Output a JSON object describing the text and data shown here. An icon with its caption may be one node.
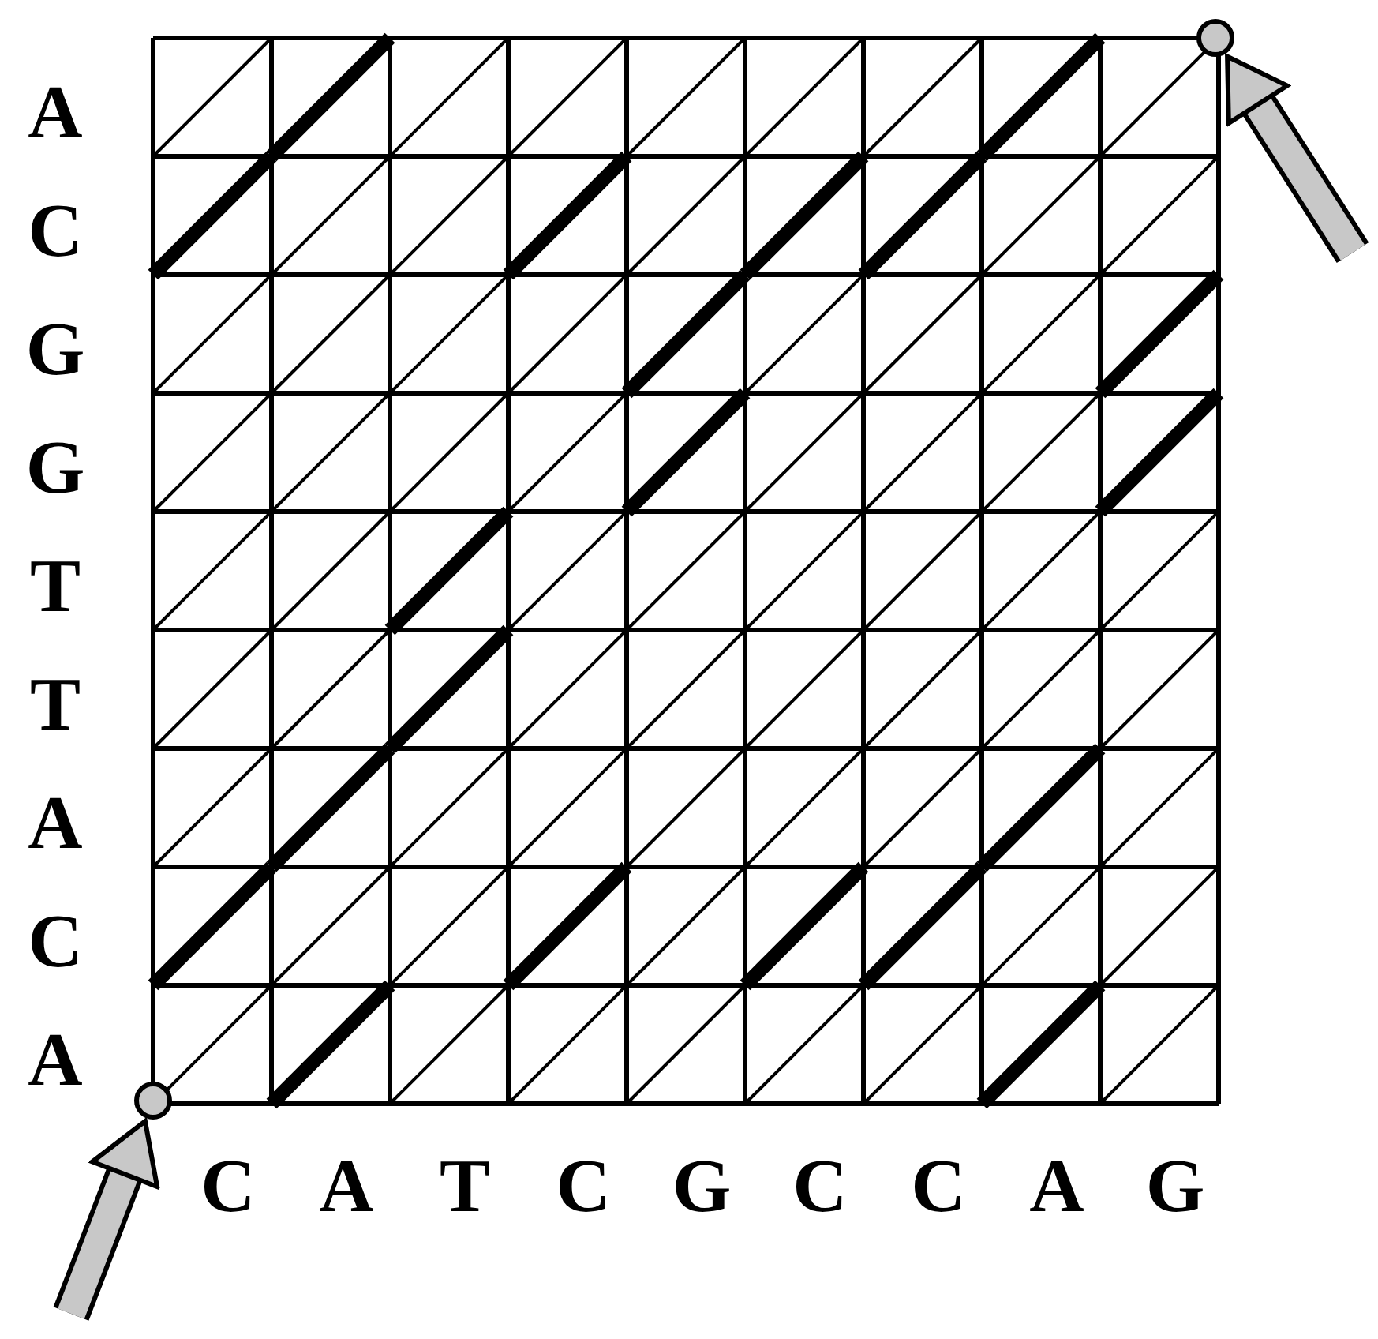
{
  "diagram": {
    "nodes": [
      {
        "text": [],
        "shape": "circle"
      },
      {
        "text": [],
        "shape": "circle"
      }
    ],
    "edges": [
      {
        "from": null,
        "to": 0,
        "arrow": "to"
      },
      {
        "from": null,
        "to": 1,
        "arrow": "to"
      }
    ],
    "labels": [
      "A",
      "C",
      "G",
      "G",
      "T",
      "T",
      "A",
      "C",
      "A",
      "C",
      "A",
      "T",
      "C",
      "G",
      "C",
      "C",
      "A",
      "G"
    ]
  }
}
